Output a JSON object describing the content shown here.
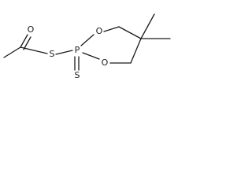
{
  "molecule": {
    "atoms": {
      "carbonyl_oxygen": "O",
      "thioester_sulfur": "S",
      "phosphorus": "P",
      "ring_oxygen_upper": "O",
      "ring_oxygen_lower": "O",
      "thione_sulfur": "S"
    }
  },
  "colors": {
    "bond": "#1a1a1a",
    "label": "#1a1a1a",
    "background": "#ffffff"
  }
}
